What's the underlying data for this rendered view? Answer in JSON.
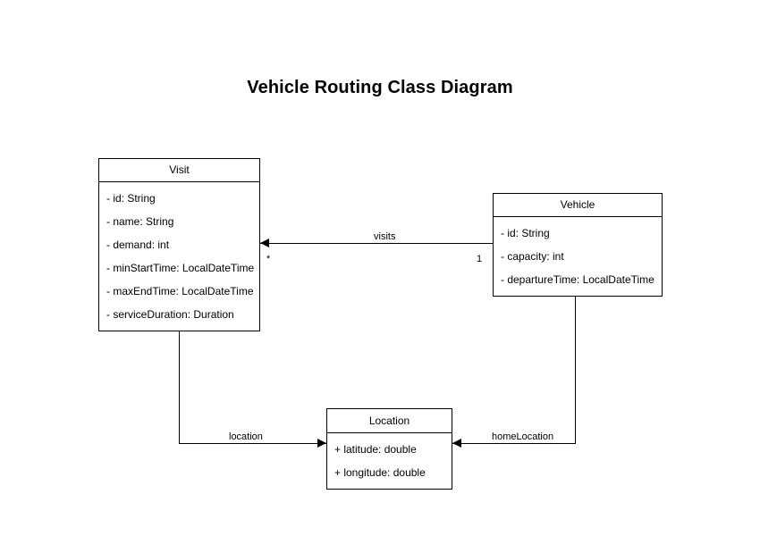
{
  "diagram": {
    "title": "Vehicle Routing Class Diagram",
    "type": "uml-class-diagram",
    "background_color": "#ffffff",
    "line_color": "#000000",
    "text_color": "#000000"
  },
  "classes": [
    {
      "id": "visit",
      "name": "Visit",
      "attributes": [
        "- id: String",
        "- name: String",
        "- demand: int",
        "- minStartTime: LocalDateTime",
        "- maxEndTime: LocalDateTime",
        "- serviceDuration: Duration"
      ]
    },
    {
      "id": "vehicle",
      "name": "Vehicle",
      "attributes": [
        "- id: String",
        "- capacity: int",
        "- departureTime: LocalDateTime"
      ]
    },
    {
      "id": "location",
      "name": "Location",
      "attributes": [
        "+ latitude: double",
        "+ longitude: double"
      ]
    }
  ],
  "associations": [
    {
      "id": "visits",
      "label": "visits",
      "from": "Vehicle",
      "to": "Visit",
      "source_multiplicity": "1",
      "target_multiplicity": "*",
      "arrow": "open-target"
    },
    {
      "id": "location",
      "label": "location",
      "from": "Visit",
      "to": "Location",
      "source_multiplicity": "",
      "target_multiplicity": "",
      "arrow": "open-target"
    },
    {
      "id": "homeLocation",
      "label": "homeLocation",
      "from": "Vehicle",
      "to": "Location",
      "source_multiplicity": "",
      "target_multiplicity": "",
      "arrow": "open-target"
    }
  ]
}
